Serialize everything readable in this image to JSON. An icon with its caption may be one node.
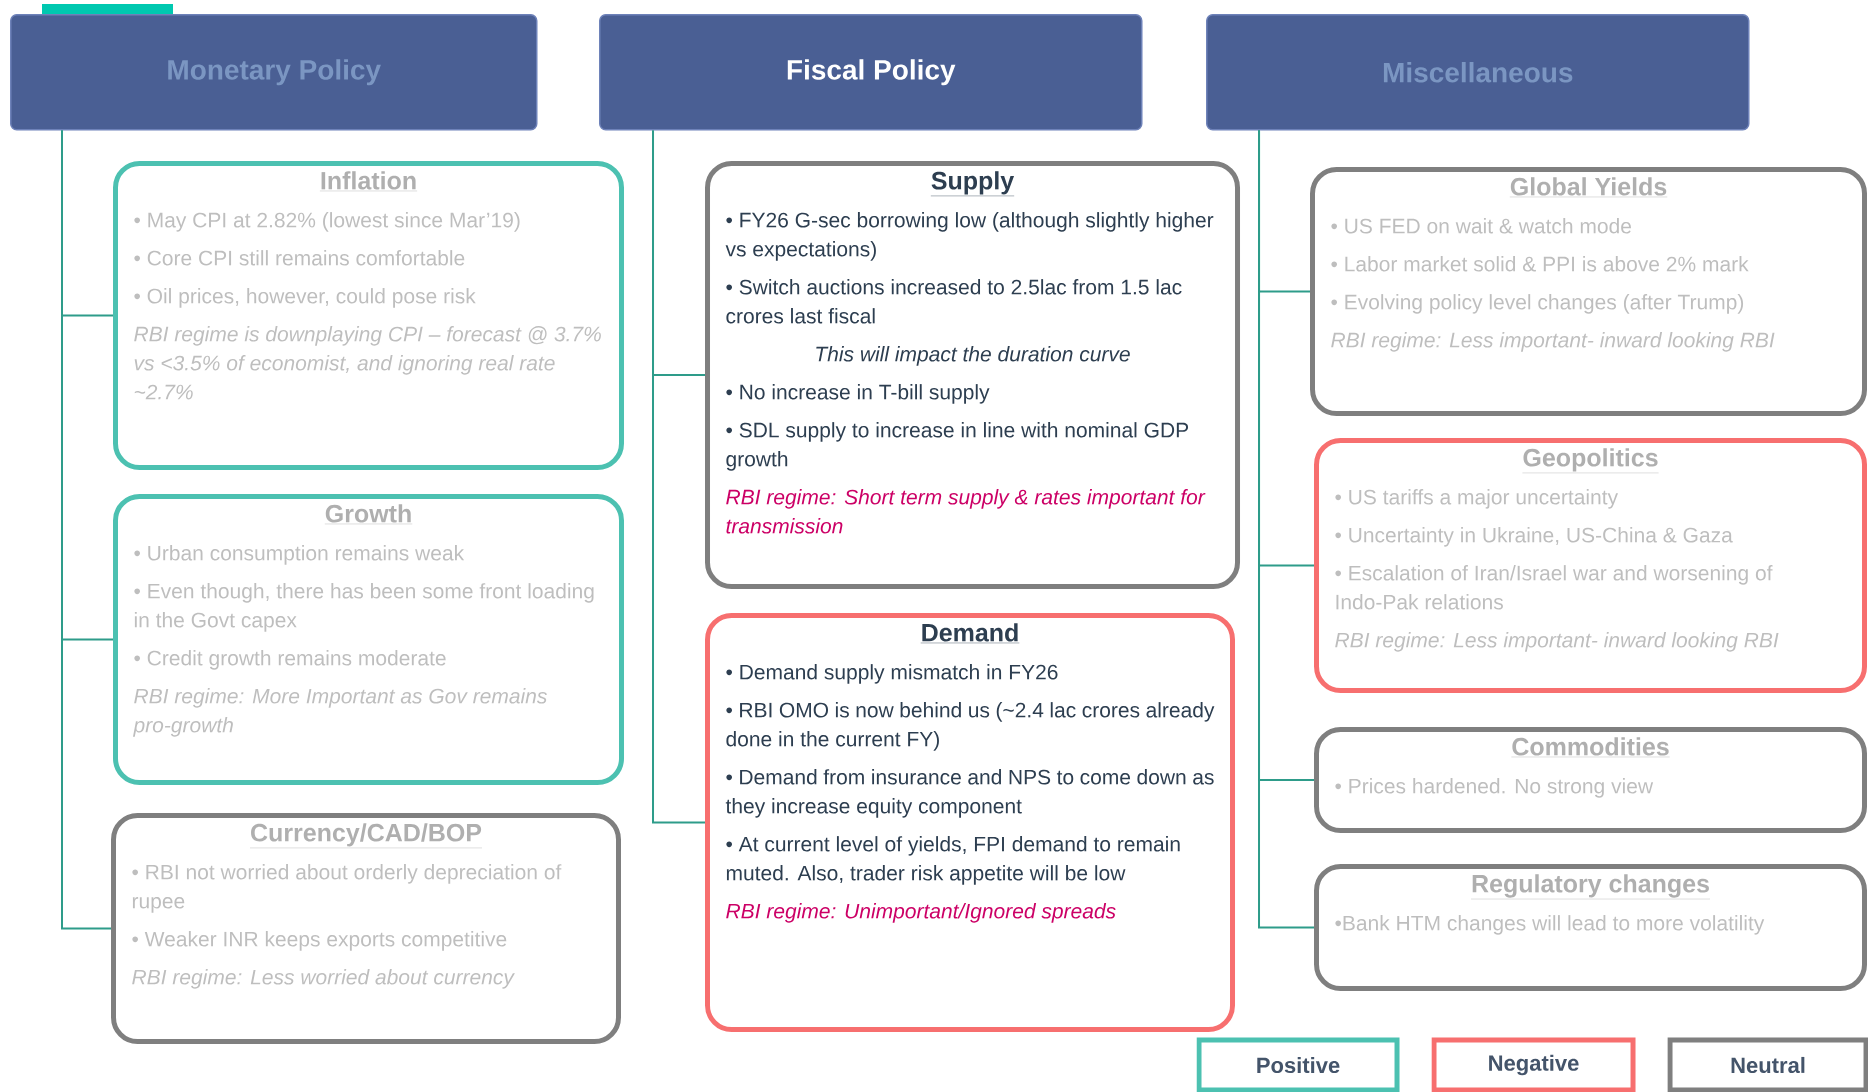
{
  "diagram": {
    "nodes": [
      {
        "text": [
          "Monetary Policy"
        ]
      },
      {
        "text": [
          "Fiscal Policy"
        ]
      },
      {
        "text": [
          "Miscellaneous"
        ]
      },
      {
        "text": [
          "Inflation",
          "• May CPI at 2.82% (lowest since Mar’19)",
          "• Core CPI still remains comfortable",
          "• Oil prices, however, could pose risk",
          "RBI regime is downplaying CPI  – forecast @ 3.7% vs <3.5% of economist, and ignoring real rate ~2.7%"
        ]
      },
      {
        "text": [
          "Growth",
          "• Urban consumption remains weak",
          "• Even though, there has been some front loading in the Govt capex",
          "• Credit growth remains moderate",
          "RBI regime: More Important as Gov remains pro-growth"
        ]
      },
      {
        "text": [
          "Currency/CAD/BOP",
          "• RBI not worried about orderly depreciation of rupee",
          "• Weaker INR keeps exports competitive",
          "RBI regime: Less worried about currency"
        ]
      },
      {
        "text": [
          "Supply",
          "• FY26 G-sec borrowing low (although slightly higher vs expectations)",
          "• Switch auctions increased to 2.5lac from 1.5 lac crores last fiscal",
          "This will impact the duration curve",
          "• No increase in T-bill supply",
          "• SDL supply to increase in line with nominal GDP growth",
          "RBI regime: Short term supply & rates important for transmission"
        ]
      },
      {
        "text": [
          "Demand",
          "• Demand supply mismatch in FY26",
          "• RBI OMO is now behind us (~2.4 lac crores already done in the current FY)",
          "• Demand from insurance and NPS to come down as they increase equity component",
          "• At current level of yields, FPI demand to remain muted. Also, trader risk appetite will be low",
          "RBI regime: Unimportant/Ignored spreads"
        ]
      },
      {
        "text": [
          "Global Yields",
          "• US FED on wait & watch mode",
          "• Labor market solid & PPI is above 2% mark",
          "• Evolving policy level changes (after Trump)",
          "RBI regime: Less important- inward looking RBI"
        ]
      },
      {
        "text": [
          "Geopolitics",
          "• US tariffs a major uncertainty",
          "• Uncertainty in Ukraine, US-China & Gaza",
          "• Escalation of Iran/Israel war and worsening of Indo-Pak relations",
          "RBI regime: Less important- inward looking RBI"
        ]
      },
      {
        "text": [
          "Commodities",
          "• Prices hardened. No strong view"
        ]
      },
      {
        "text": [
          "Regulatory changes",
          "•Bank HTM changes will lead to more volatility"
        ]
      }
    ],
    "edges": [
      {
        "from": 0,
        "to": 3,
        "arrow": "none"
      },
      {
        "from": 0,
        "to": 4,
        "arrow": "none"
      },
      {
        "from": 0,
        "to": 5,
        "arrow": "none"
      },
      {
        "from": 1,
        "to": 6,
        "arrow": "none"
      },
      {
        "from": 1,
        "to": 7,
        "arrow": "none"
      },
      {
        "from": 2,
        "to": 8,
        "arrow": "none"
      },
      {
        "from": 2,
        "to": 9,
        "arrow": "none"
      },
      {
        "from": 2,
        "to": 10,
        "arrow": "none"
      },
      {
        "from": 2,
        "to": 11,
        "arrow": "none"
      }
    ],
    "legend": [
      {
        "text": "Positive",
        "color": "#4cc1b1"
      },
      {
        "text": "Negative",
        "color": "#f76f6f"
      },
      {
        "text": "Neutral",
        "color": "#7f7f7f"
      }
    ]
  }
}
